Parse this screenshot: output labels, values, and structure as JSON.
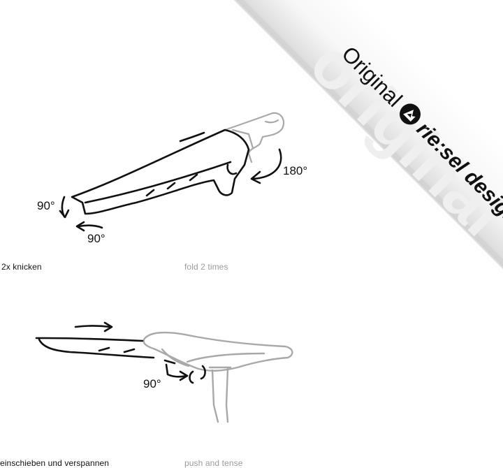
{
  "banner": {
    "word": "Original",
    "brand": "rie:sel design",
    "watermark": "original"
  },
  "step1": {
    "angle_a": "180°",
    "angle_b": "90°",
    "angle_c": "90°",
    "caption_de": "2x knicken",
    "caption_en": "fold 2 times"
  },
  "step2": {
    "angle": "90°",
    "caption_de": "einschieben und verspannen",
    "caption_en": "push and tense"
  },
  "colors": {
    "ink": "#111111",
    "gray": "#a8a8a8",
    "caption_gray": "#9a9a9a"
  }
}
